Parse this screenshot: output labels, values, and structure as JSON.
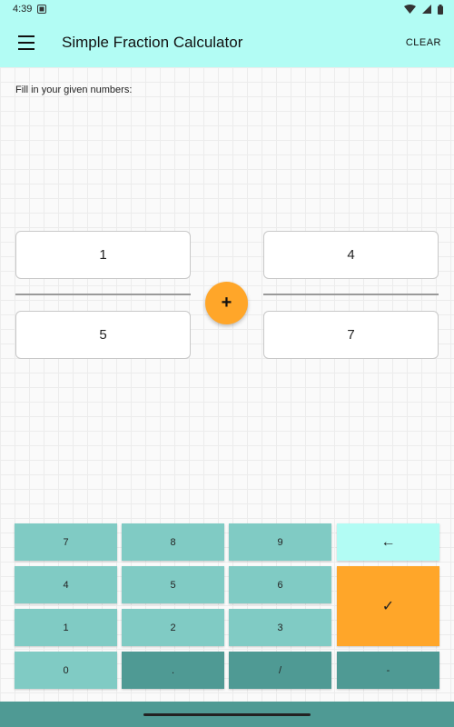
{
  "status_bar": {
    "time": "4:39"
  },
  "app_bar": {
    "title": "Simple Fraction Calculator",
    "clear_label": "CLEAR"
  },
  "instruction": "Fill in your given numbers:",
  "fraction1": {
    "numerator": "1",
    "denominator": "5"
  },
  "operator": "+",
  "fraction2": {
    "numerator": "4",
    "denominator": "7"
  },
  "keypad": {
    "k7": "7",
    "k8": "8",
    "k9": "9",
    "backspace": "←",
    "k4": "4",
    "k5": "5",
    "k6": "6",
    "confirm": "✓",
    "k1": "1",
    "k2": "2",
    "k3": "3",
    "k0": "0",
    "dot": ".",
    "slash": "/",
    "minus": "-"
  },
  "colors": {
    "accent": "#b2fcf4",
    "key_light": "#80cbc4",
    "key_dark": "#4f9a94",
    "orange": "#ffa629"
  }
}
